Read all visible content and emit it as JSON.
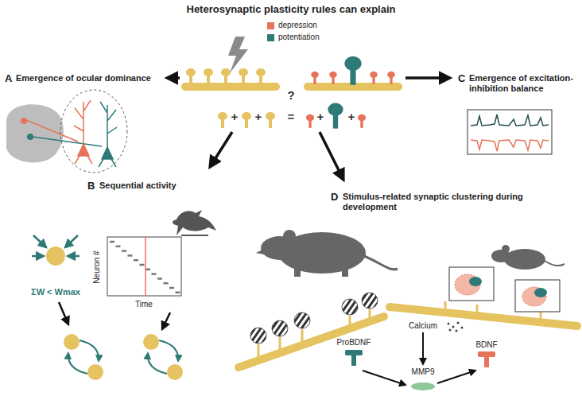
{
  "diagram": {
    "title": "Heterosynaptic plasticity rules can explain",
    "labels": [
      "A",
      "Emergence of ocular dominance",
      "?",
      "+",
      "+",
      "=",
      "+",
      "+",
      "C",
      "Emergence of excitation-inhibition balance",
      "B",
      "Sequential activity",
      "D",
      "Stimulus-related synaptic clustering during development",
      "ΣW < Wmax",
      "Neuron #",
      "Time",
      "Calcium",
      "ProBDNF",
      "BDNF",
      "MMP9"
    ],
    "legend": [
      {
        "text": "depression",
        "color": "#e8735a"
      },
      {
        "text": "potentiation",
        "color": "#2f7a77"
      }
    ]
  }
}
